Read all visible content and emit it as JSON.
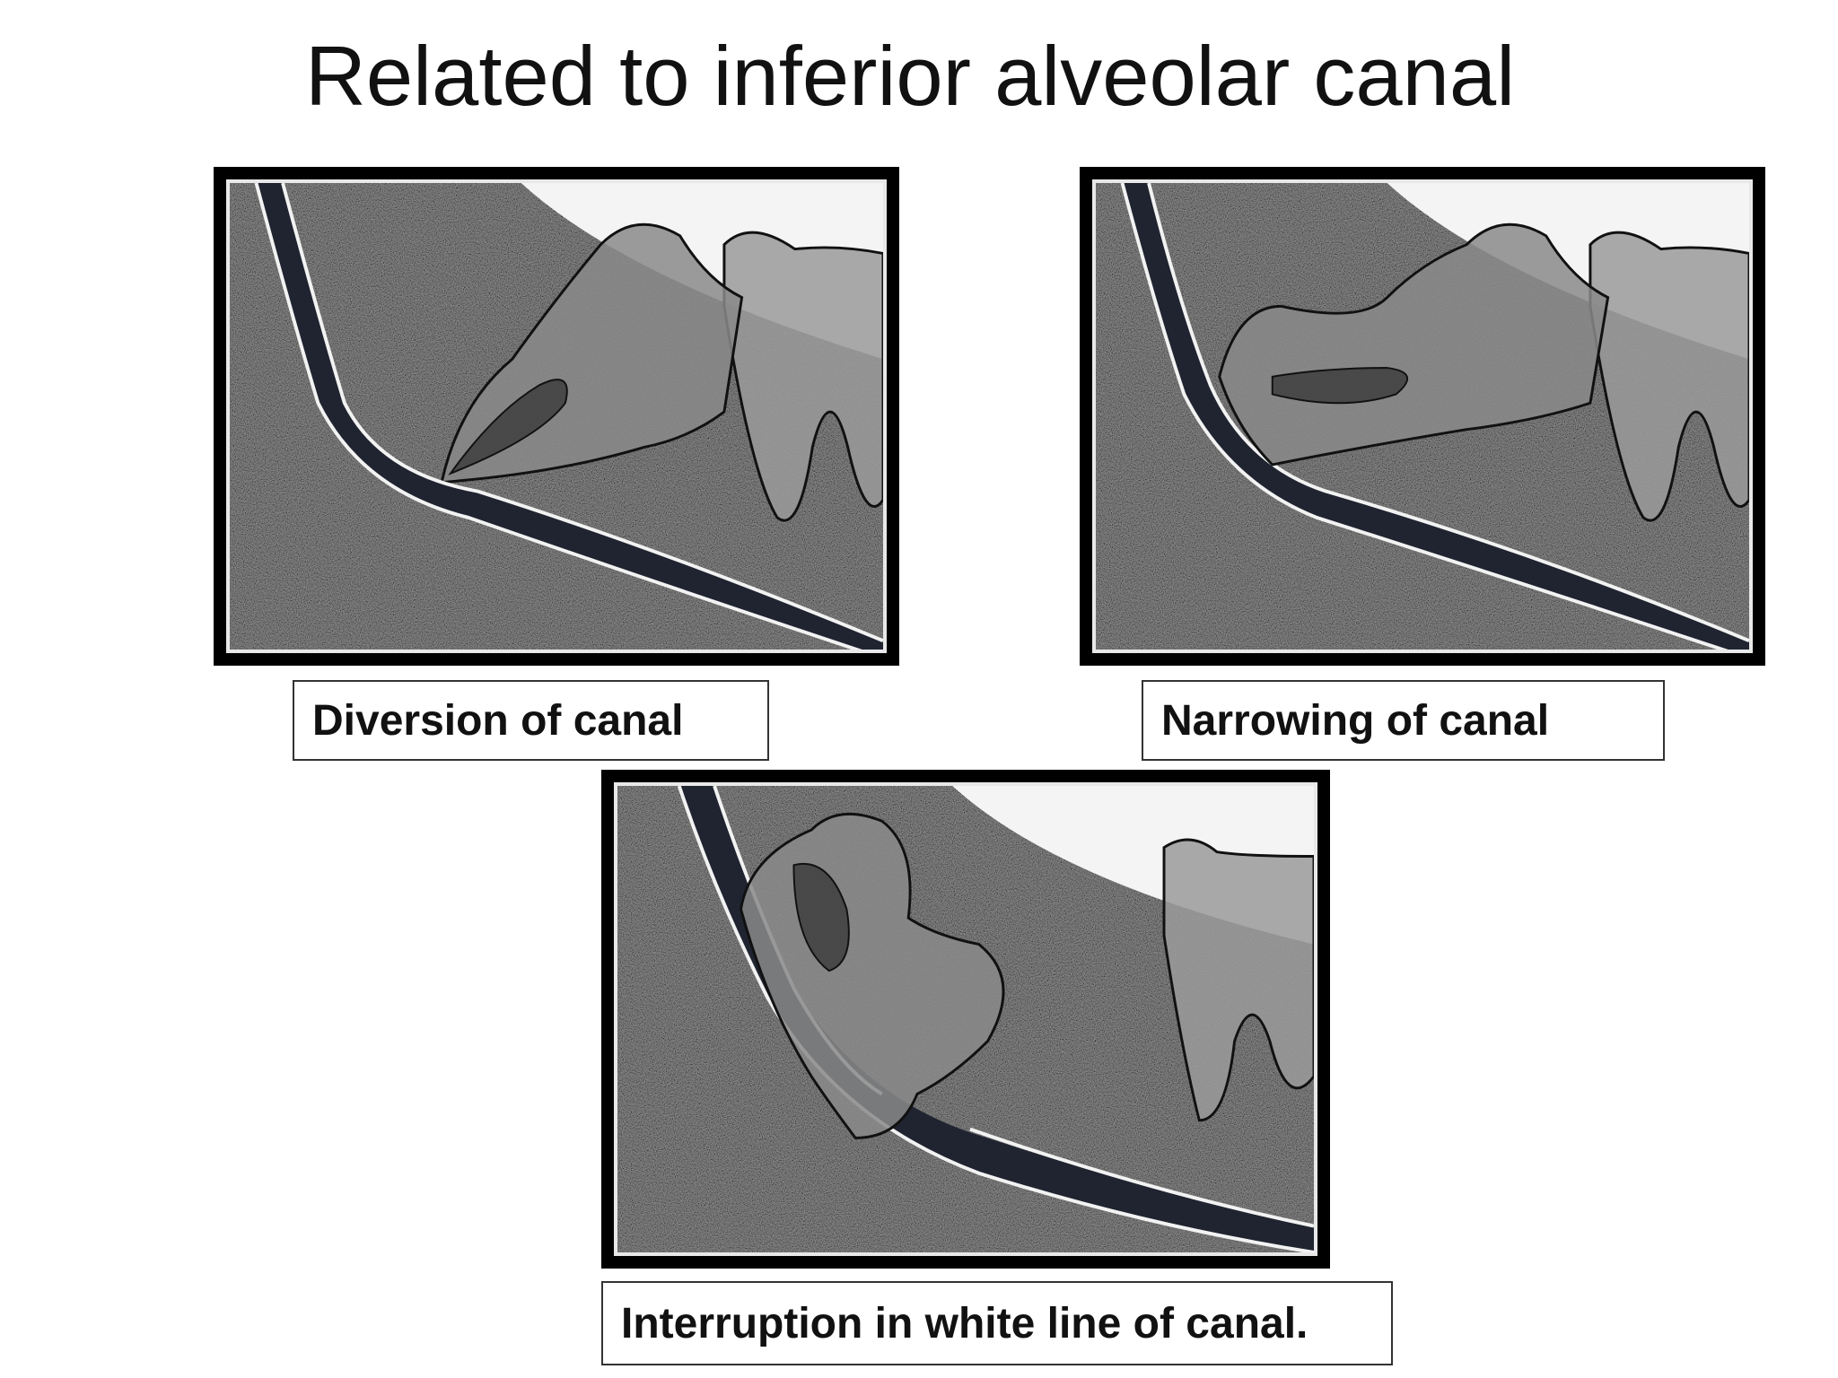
{
  "title": "Related to inferior alveolar canal",
  "panels": [
    {
      "caption": "Diversion of canal"
    },
    {
      "caption": "Narrowing of canal"
    },
    {
      "caption": "Interruption in white line of canal."
    }
  ],
  "colors": {
    "bone": "#3a3a3a",
    "canal": "#1f2430",
    "tooth": "#8a8a8a",
    "crown": "#f4f4f4",
    "outline": "#111111"
  }
}
